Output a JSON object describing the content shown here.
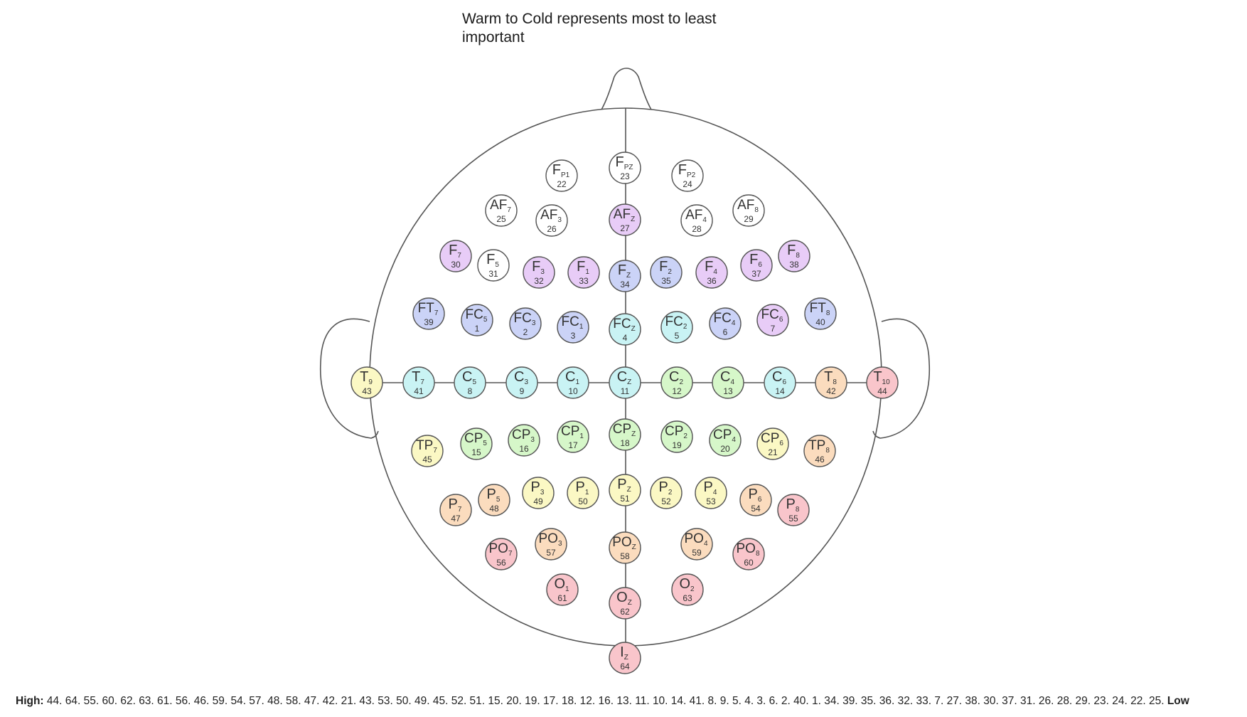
{
  "caption": "Warm to Cold represents most to least important",
  "ranking": {
    "high_label": "High:",
    "sequence": "44. 64. 55. 60. 62. 63. 61. 56. 46. 59. 54. 57. 48. 58. 47. 42. 21. 43. 53. 50. 49. 45. 52. 51. 15. 20. 19. 17. 18. 12. 16. 13. 11. 10. 14. 41. 8. 9. 5. 4. 3. 6. 2. 40. 1. 34. 39. 35. 36. 32. 33. 7. 27. 38. 30. 37. 31. 26. 28. 29. 23. 24. 22. 25.",
    "low_label": "Low"
  },
  "colors": {
    "white": "#ffffff",
    "purple": "#e8ccf7",
    "blue": "#cbd3f7",
    "cyan": "#c9f3f4",
    "green": "#d6f7c9",
    "yellow": "#fbf8c4",
    "orange": "#fbdcbe",
    "red": "#f9c5cb",
    "outline": "#555555"
  },
  "electrodes": [
    {
      "name": "F",
      "sub": "P1",
      "num": "22",
      "color": "white"
    },
    {
      "name": "F",
      "sub": "PZ",
      "num": "23",
      "color": "white"
    },
    {
      "name": "F",
      "sub": "P2",
      "num": "24",
      "color": "white"
    },
    {
      "name": "AF",
      "sub": "7",
      "num": "25",
      "color": "white"
    },
    {
      "name": "AF",
      "sub": "3",
      "num": "26",
      "color": "white"
    },
    {
      "name": "AF",
      "sub": "Z",
      "num": "27",
      "color": "purple"
    },
    {
      "name": "AF",
      "sub": "4",
      "num": "28",
      "color": "white"
    },
    {
      "name": "AF",
      "sub": "8",
      "num": "29",
      "color": "white"
    },
    {
      "name": "F",
      "sub": "7",
      "num": "30",
      "color": "purple"
    },
    {
      "name": "F",
      "sub": "5",
      "num": "31",
      "color": "white"
    },
    {
      "name": "F",
      "sub": "3",
      "num": "32",
      "color": "purple"
    },
    {
      "name": "F",
      "sub": "1",
      "num": "33",
      "color": "purple"
    },
    {
      "name": "F",
      "sub": "Z",
      "num": "34",
      "color": "blue"
    },
    {
      "name": "F",
      "sub": "2",
      "num": "35",
      "color": "blue"
    },
    {
      "name": "F",
      "sub": "4",
      "num": "36",
      "color": "purple"
    },
    {
      "name": "F",
      "sub": "6",
      "num": "37",
      "color": "purple"
    },
    {
      "name": "F",
      "sub": "8",
      "num": "38",
      "color": "purple"
    },
    {
      "name": "FT",
      "sub": "7",
      "num": "39",
      "color": "blue"
    },
    {
      "name": "FC",
      "sub": "5",
      "num": "1",
      "color": "blue"
    },
    {
      "name": "FC",
      "sub": "3",
      "num": "2",
      "color": "blue"
    },
    {
      "name": "FC",
      "sub": "1",
      "num": "3",
      "color": "blue"
    },
    {
      "name": "FC",
      "sub": "Z",
      "num": "4",
      "color": "cyan"
    },
    {
      "name": "FC",
      "sub": "2",
      "num": "5",
      "color": "cyan"
    },
    {
      "name": "FC",
      "sub": "4",
      "num": "6",
      "color": "blue"
    },
    {
      "name": "FC",
      "sub": "6",
      "num": "7",
      "color": "purple"
    },
    {
      "name": "FT",
      "sub": "8",
      "num": "40",
      "color": "blue"
    },
    {
      "name": "T",
      "sub": "9",
      "num": "43",
      "color": "yellow"
    },
    {
      "name": "T",
      "sub": "7",
      "num": "41",
      "color": "cyan"
    },
    {
      "name": "C",
      "sub": "5",
      "num": "8",
      "color": "cyan"
    },
    {
      "name": "C",
      "sub": "3",
      "num": "9",
      "color": "cyan"
    },
    {
      "name": "C",
      "sub": "1",
      "num": "10",
      "color": "cyan"
    },
    {
      "name": "C",
      "sub": "Z",
      "num": "11",
      "color": "cyan"
    },
    {
      "name": "C",
      "sub": "2",
      "num": "12",
      "color": "green"
    },
    {
      "name": "C",
      "sub": "4",
      "num": "13",
      "color": "green"
    },
    {
      "name": "C",
      "sub": "6",
      "num": "14",
      "color": "cyan"
    },
    {
      "name": "T",
      "sub": "8",
      "num": "42",
      "color": "orange"
    },
    {
      "name": "T",
      "sub": "10",
      "num": "44",
      "color": "red"
    },
    {
      "name": "TP",
      "sub": "7",
      "num": "45",
      "color": "yellow"
    },
    {
      "name": "CP",
      "sub": "5",
      "num": "15",
      "color": "green"
    },
    {
      "name": "CP",
      "sub": "3",
      "num": "16",
      "color": "green"
    },
    {
      "name": "CP",
      "sub": "1",
      "num": "17",
      "color": "green"
    },
    {
      "name": "CP",
      "sub": "Z",
      "num": "18",
      "color": "green"
    },
    {
      "name": "CP",
      "sub": "2",
      "num": "19",
      "color": "green"
    },
    {
      "name": "CP",
      "sub": "4",
      "num": "20",
      "color": "green"
    },
    {
      "name": "CP",
      "sub": "6",
      "num": "21",
      "color": "yellow"
    },
    {
      "name": "TP",
      "sub": "8",
      "num": "46",
      "color": "orange"
    },
    {
      "name": "P",
      "sub": "7",
      "num": "47",
      "color": "orange"
    },
    {
      "name": "P",
      "sub": "5",
      "num": "48",
      "color": "orange"
    },
    {
      "name": "P",
      "sub": "3",
      "num": "49",
      "color": "yellow"
    },
    {
      "name": "P",
      "sub": "1",
      "num": "50",
      "color": "yellow"
    },
    {
      "name": "P",
      "sub": "Z",
      "num": "51",
      "color": "yellow"
    },
    {
      "name": "P",
      "sub": "2",
      "num": "52",
      "color": "yellow"
    },
    {
      "name": "P",
      "sub": "4",
      "num": "53",
      "color": "yellow"
    },
    {
      "name": "P",
      "sub": "6",
      "num": "54",
      "color": "orange"
    },
    {
      "name": "P",
      "sub": "8",
      "num": "55",
      "color": "red"
    },
    {
      "name": "PO",
      "sub": "7",
      "num": "56",
      "color": "red"
    },
    {
      "name": "PO",
      "sub": "3",
      "num": "57",
      "color": "orange"
    },
    {
      "name": "PO",
      "sub": "Z",
      "num": "58",
      "color": "orange"
    },
    {
      "name": "PO",
      "sub": "4",
      "num": "59",
      "color": "orange"
    },
    {
      "name": "PO",
      "sub": "8",
      "num": "60",
      "color": "red"
    },
    {
      "name": "O",
      "sub": "1",
      "num": "61",
      "color": "red"
    },
    {
      "name": "O",
      "sub": "Z",
      "num": "62",
      "color": "red"
    },
    {
      "name": "O",
      "sub": "2",
      "num": "63",
      "color": "red"
    },
    {
      "name": "I",
      "sub": "Z",
      "num": "64",
      "color": "red"
    }
  ]
}
